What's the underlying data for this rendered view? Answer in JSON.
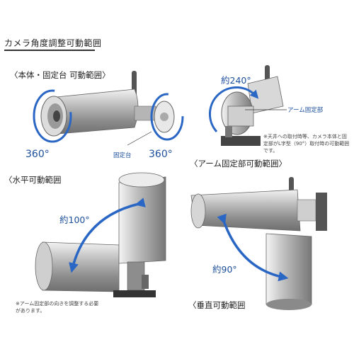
{
  "page_title": "カメラ角度調整可動範囲",
  "sections": {
    "body_mount": {
      "heading": "〈本体・固定台 可動範囲〉",
      "left_angle": "360°",
      "right_angle": "360°",
      "mount_label": "固定台"
    },
    "arm_mount": {
      "heading": "〈アーム固定部可動範囲〉",
      "angle": "約240°",
      "arm_label": "アーム固定部",
      "note": "※天井への取付時等、カメラ本体と固定部がL字型（90°）取付時の可動範囲です。"
    },
    "horizontal": {
      "heading": "〈水平可動範囲",
      "angle": "約100°",
      "note": "※アーム固定部の向きを調整する必要があります。"
    },
    "vertical": {
      "heading": "〈垂直可動範囲",
      "angle": "約90°"
    }
  },
  "colors": {
    "accent_blue": "#1c4f9c",
    "arrow_blue": "#2a66c4",
    "camera_gray": "#8a8a8a"
  }
}
